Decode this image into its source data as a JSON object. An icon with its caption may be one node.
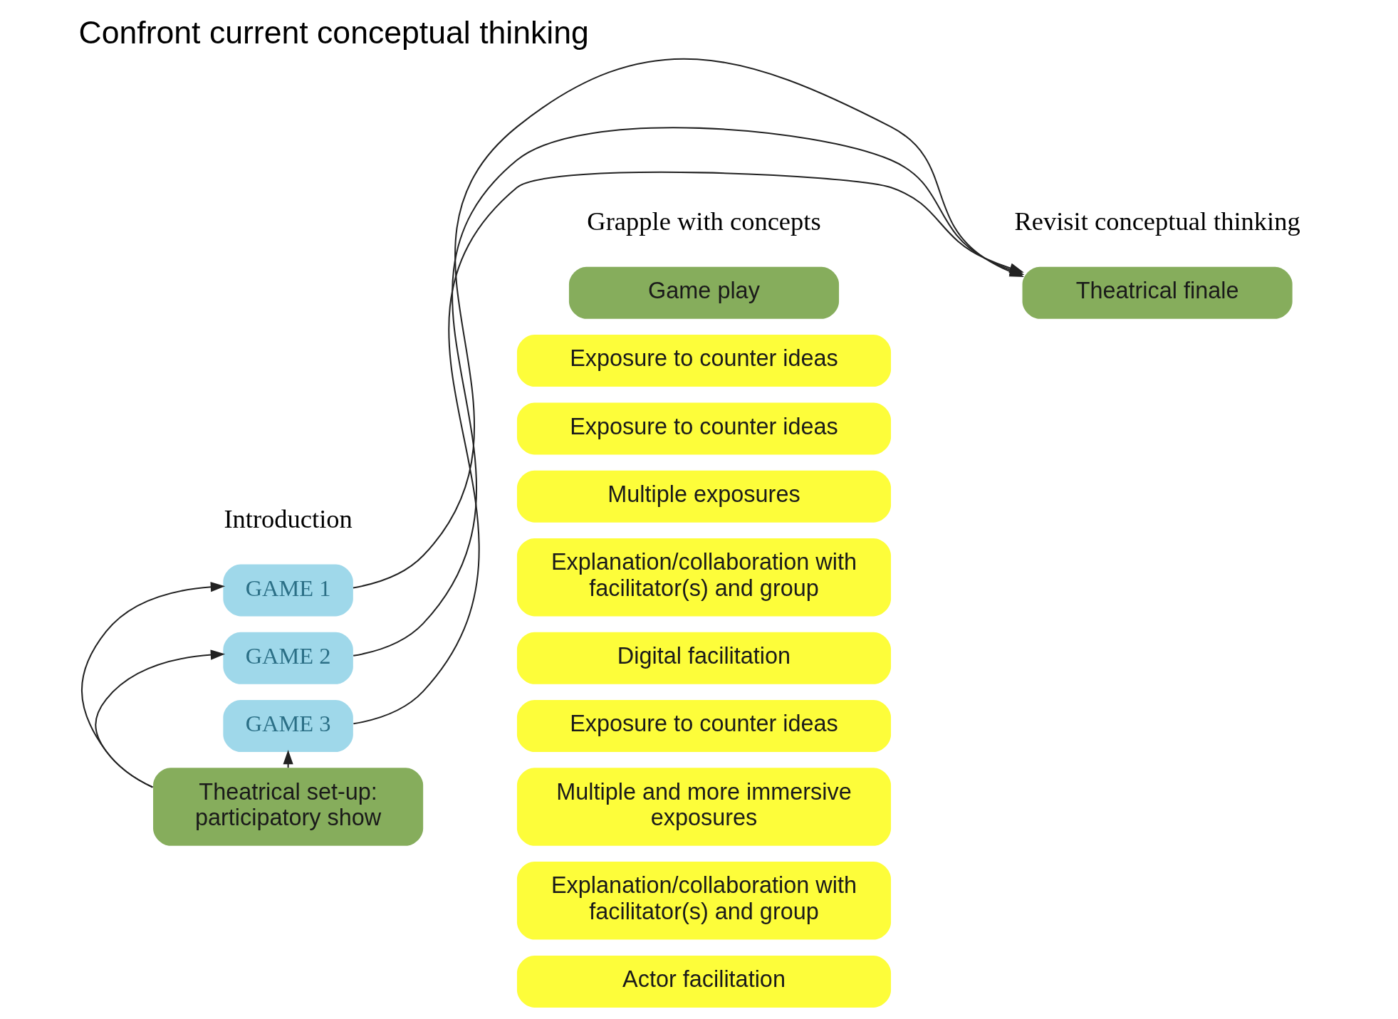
{
  "diagram": {
    "title": "Confront current conceptual thinking",
    "nodes": [
      {
        "text": [
          "Theatrical set-up: participatory show"
        ]
      },
      {
        "text": [
          "Game play"
        ]
      },
      {
        "text": [
          "GAME 1"
        ]
      },
      {
        "text": [
          "Exposure to counter ideas"
        ]
      },
      {
        "text": [
          "GAME 2"
        ]
      },
      {
        "text": [
          "Exposure to counter ideas"
        ]
      },
      {
        "text": [
          "Multiple exposures"
        ]
      },
      {
        "text": [
          "Explanation/collaboration with facilitator(s) and group"
        ]
      },
      {
        "text": [
          "Digital facilitation"
        ]
      },
      {
        "text": [
          "GAME 3"
        ]
      },
      {
        "text": [
          "Exposure to counter ideas"
        ]
      },
      {
        "text": [
          "Multiple and more immersive exposures"
        ]
      },
      {
        "text": [
          "Explanation/collaboration with facilitator(s) and group"
        ]
      },
      {
        "text": [
          "Actor facilitation"
        ]
      },
      {
        "text": [
          "Theatrical finale"
        ]
      }
    ],
    "edges": [
      {
        "from": 0,
        "to": 2,
        "arrow": "to"
      },
      {
        "from": 0,
        "to": 4,
        "arrow": "to"
      },
      {
        "from": 0,
        "to": 9,
        "arrow": "to"
      },
      {
        "from": 2,
        "to": 14,
        "arrow": "to"
      },
      {
        "from": 4,
        "to": 14,
        "arrow": "to"
      },
      {
        "from": 9,
        "to": 14,
        "arrow": "to"
      }
    ],
    "labels": [
      "Introduction",
      "Grapple with concepts",
      "Revisit conceptual thinking"
    ]
  }
}
